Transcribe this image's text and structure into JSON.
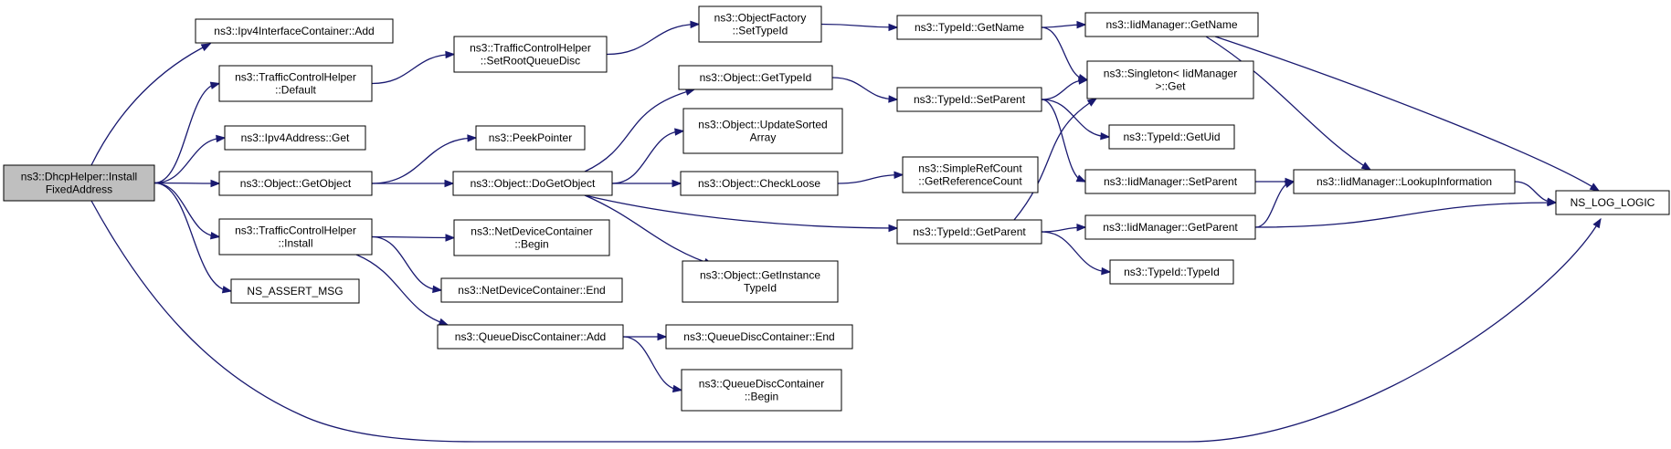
{
  "colors": {
    "edge": "#191970",
    "root_fill": "#bfbfbf",
    "node_fill": "#ffffff",
    "border": "#000000"
  },
  "nodes": [
    {
      "id": "root",
      "lines": [
        "ns3::DhcpHelper::Install",
        "FixedAddress"
      ],
      "root": true
    },
    {
      "id": "ipv4ic_add",
      "lines": [
        "ns3::Ipv4InterfaceContainer::Add"
      ]
    },
    {
      "id": "tch_default",
      "lines": [
        "ns3::TrafficControlHelper",
        "::Default"
      ]
    },
    {
      "id": "ipv4addr_get",
      "lines": [
        "ns3::Ipv4Address::Get"
      ]
    },
    {
      "id": "obj_getobject",
      "lines": [
        "ns3::Object::GetObject"
      ]
    },
    {
      "id": "tch_install",
      "lines": [
        "ns3::TrafficControlHelper",
        "::Install"
      ]
    },
    {
      "id": "ns_assert",
      "lines": [
        "NS_ASSERT_MSG"
      ]
    },
    {
      "id": "tch_setroot",
      "lines": [
        "ns3::TrafficControlHelper",
        "::SetRootQueueDisc"
      ]
    },
    {
      "id": "peekpointer",
      "lines": [
        "ns3::PeekPointer"
      ]
    },
    {
      "id": "obj_dogetobject",
      "lines": [
        "ns3::Object::DoGetObject"
      ]
    },
    {
      "id": "ndc_begin",
      "lines": [
        "ns3::NetDeviceContainer",
        "::Begin"
      ]
    },
    {
      "id": "ndc_end",
      "lines": [
        "ns3::NetDeviceContainer::End"
      ]
    },
    {
      "id": "qdc_add",
      "lines": [
        "ns3::QueueDiscContainer::Add"
      ]
    },
    {
      "id": "of_settypeid",
      "lines": [
        "ns3::ObjectFactory",
        "::SetTypeId"
      ]
    },
    {
      "id": "obj_gettypeid",
      "lines": [
        "ns3::Object::GetTypeId"
      ]
    },
    {
      "id": "obj_updatesorted",
      "lines": [
        "ns3::Object::UpdateSorted",
        "Array"
      ]
    },
    {
      "id": "obj_checkloose",
      "lines": [
        "ns3::Object::CheckLoose"
      ]
    },
    {
      "id": "obj_getinstance",
      "lines": [
        "ns3::Object::GetInstance",
        "TypeId"
      ]
    },
    {
      "id": "qdc_end",
      "lines": [
        "ns3::QueueDiscContainer::End"
      ]
    },
    {
      "id": "qdc_begin",
      "lines": [
        "ns3::QueueDiscContainer",
        "::Begin"
      ]
    },
    {
      "id": "tid_getname",
      "lines": [
        "ns3::TypeId::GetName"
      ]
    },
    {
      "id": "tid_setparent",
      "lines": [
        "ns3::TypeId::SetParent"
      ]
    },
    {
      "id": "src_getrefcount",
      "lines": [
        "ns3::SimpleRefCount",
        "::GetReferenceCount"
      ]
    },
    {
      "id": "tid_getparent",
      "lines": [
        "ns3::TypeId::GetParent"
      ]
    },
    {
      "id": "iid_getname",
      "lines": [
        "ns3::IidManager::GetName"
      ]
    },
    {
      "id": "singleton_get",
      "lines": [
        "ns3::Singleton< IidManager",
        ">::Get"
      ]
    },
    {
      "id": "tid_getuid",
      "lines": [
        "ns3::TypeId::GetUid"
      ]
    },
    {
      "id": "iid_setparent",
      "lines": [
        "ns3::IidManager::SetParent"
      ]
    },
    {
      "id": "iid_getparent",
      "lines": [
        "ns3::IidManager::GetParent"
      ]
    },
    {
      "id": "tid_typeid",
      "lines": [
        "ns3::TypeId::TypeId"
      ]
    },
    {
      "id": "iid_lookup",
      "lines": [
        "ns3::IidManager::LookupInformation"
      ]
    },
    {
      "id": "ns_log_logic",
      "lines": [
        "NS_LOG_LOGIC"
      ]
    }
  ],
  "edges": [
    [
      "root",
      "ipv4ic_add"
    ],
    [
      "root",
      "tch_default"
    ],
    [
      "root",
      "ipv4addr_get"
    ],
    [
      "root",
      "obj_getobject"
    ],
    [
      "root",
      "tch_install"
    ],
    [
      "root",
      "ns_assert"
    ],
    [
      "root",
      "ns_log_logic"
    ],
    [
      "tch_default",
      "tch_setroot"
    ],
    [
      "tch_setroot",
      "of_settypeid"
    ],
    [
      "of_settypeid",
      "tid_getname"
    ],
    [
      "obj_getobject",
      "peekpointer"
    ],
    [
      "obj_getobject",
      "obj_dogetobject"
    ],
    [
      "obj_dogetobject",
      "obj_gettypeid"
    ],
    [
      "obj_dogetobject",
      "obj_updatesorted"
    ],
    [
      "obj_dogetobject",
      "obj_checkloose"
    ],
    [
      "obj_dogetobject",
      "obj_getinstance"
    ],
    [
      "obj_dogetobject",
      "tid_getparent"
    ],
    [
      "tch_install",
      "ndc_begin"
    ],
    [
      "tch_install",
      "ndc_end"
    ],
    [
      "tch_install",
      "qdc_add"
    ],
    [
      "qdc_add",
      "qdc_end"
    ],
    [
      "qdc_add",
      "qdc_begin"
    ],
    [
      "obj_gettypeid",
      "tid_setparent"
    ],
    [
      "obj_checkloose",
      "src_getrefcount"
    ],
    [
      "tid_getname",
      "iid_getname"
    ],
    [
      "tid_getname",
      "singleton_get"
    ],
    [
      "tid_setparent",
      "singleton_get"
    ],
    [
      "tid_setparent",
      "tid_getuid"
    ],
    [
      "tid_setparent",
      "iid_setparent"
    ],
    [
      "tid_getparent",
      "singleton_get"
    ],
    [
      "tid_getparent",
      "iid_getparent"
    ],
    [
      "tid_getparent",
      "tid_typeid"
    ],
    [
      "iid_getname",
      "iid_lookup"
    ],
    [
      "iid_getname",
      "ns_log_logic"
    ],
    [
      "iid_setparent",
      "iid_lookup"
    ],
    [
      "iid_getparent",
      "iid_lookup"
    ],
    [
      "iid_getparent",
      "ns_log_logic"
    ],
    [
      "iid_lookup",
      "ns_log_logic"
    ]
  ]
}
